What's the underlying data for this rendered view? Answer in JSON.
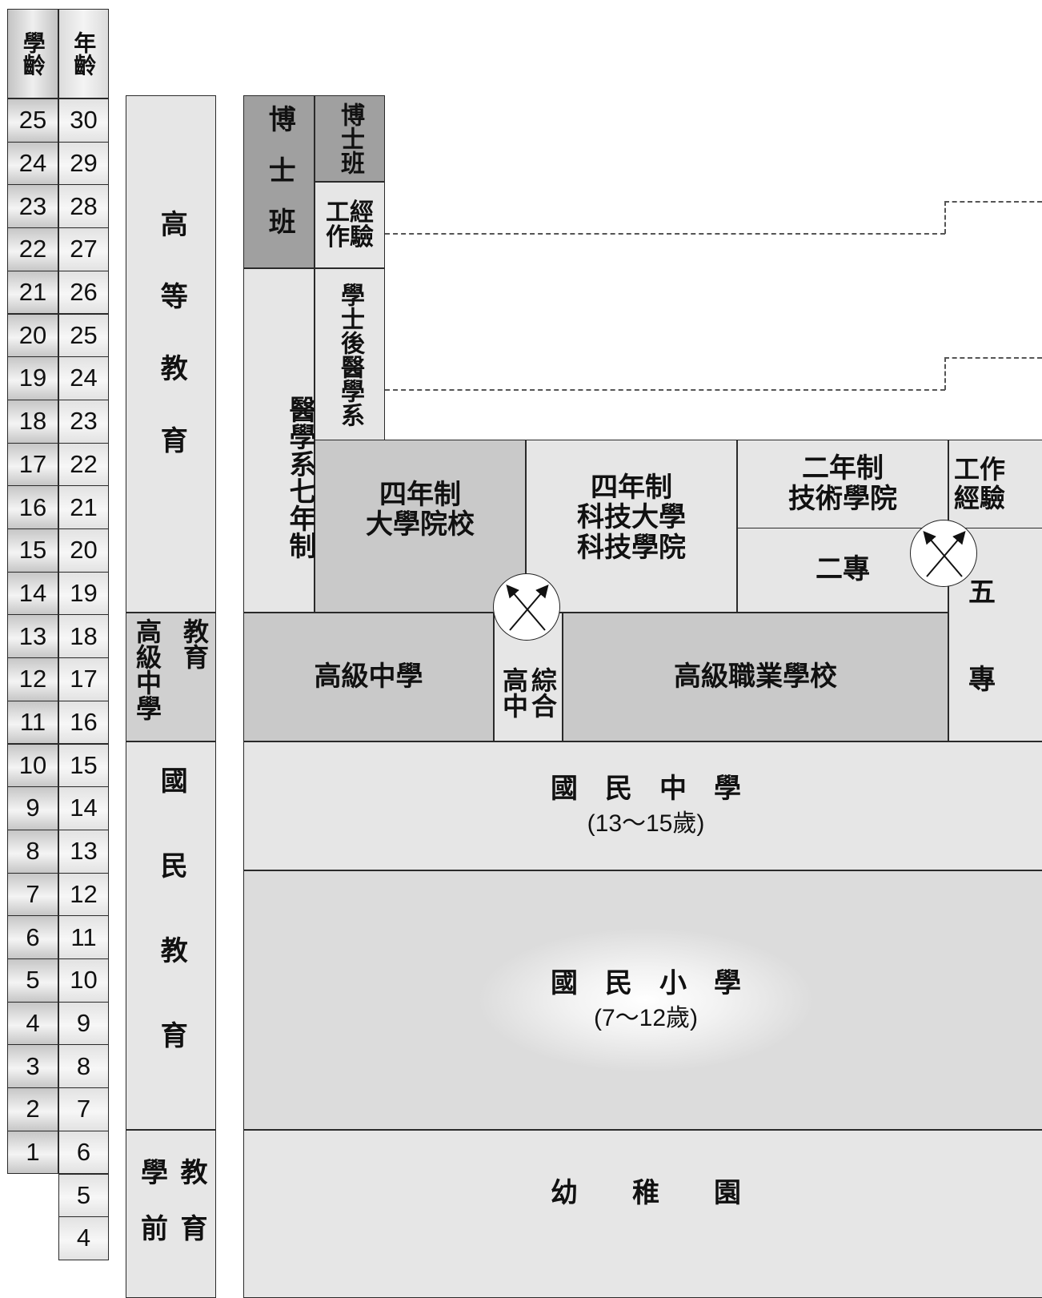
{
  "age_columns": {
    "school_age_header": "學齡",
    "age_header": "年齡",
    "school_age": [
      "25",
      "24",
      "23",
      "22",
      "21",
      "20",
      "19",
      "18",
      "17",
      "16",
      "15",
      "14",
      "13",
      "12",
      "11",
      "10",
      "9",
      "8",
      "7",
      "6",
      "5",
      "4",
      "3",
      "2",
      "1"
    ],
    "age": [
      "30",
      "29",
      "28",
      "27",
      "26",
      "25",
      "24",
      "23",
      "22",
      "21",
      "20",
      "19",
      "18",
      "17",
      "16",
      "15",
      "14",
      "13",
      "12",
      "11",
      "10",
      "9",
      "8",
      "7",
      "6",
      "5",
      "4"
    ]
  },
  "education_levels": {
    "higher": "高等教育",
    "senior_high": [
      "高級中學",
      "教育"
    ],
    "national": "國民教育",
    "preschool": [
      "學前",
      "教育"
    ]
  },
  "schools": {
    "phd_left": "博士班",
    "phd_right": "博士班",
    "work_experience_1": [
      "工經",
      "作驗"
    ],
    "med_seven_year": "醫學系七年制",
    "post_bacc_medicine": "學士後醫學系",
    "university_4yr": [
      "四年制",
      "大學院校"
    ],
    "tech_univ_4yr": [
      "四年制",
      "科技大學",
      "科技學院"
    ],
    "tech_college_2yr": [
      "二年制",
      "技術學院"
    ],
    "work_experience_2": [
      "工作",
      "經驗"
    ],
    "junior_college_2yr": "二專",
    "junior_college_5yr": [
      "五",
      "專"
    ],
    "senior_high_school": "高級中學",
    "comprehensive_high": [
      "綜合",
      "高中"
    ],
    "vocational_high": "高級職業學校",
    "junior_high": "國　民　中　學",
    "junior_high_age": "(13～15歲)",
    "elementary": "國　民　小　學",
    "elementary_age": "(7～12歲)",
    "kindergarten": "幼　　稚　　園"
  }
}
